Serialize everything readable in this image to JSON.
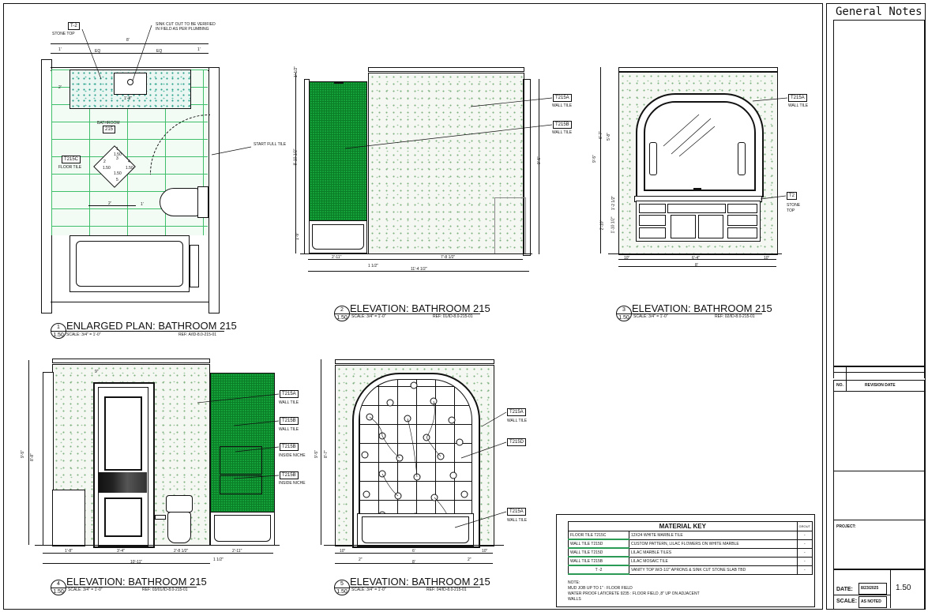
{
  "sheet": {
    "general_notes_title": "General Notes",
    "revision_no_label": "NO.",
    "revision_date_label": "REVISION DATE",
    "project_label": "PROJECT:",
    "date_label": "DATE:",
    "date_value": "8/23/2025",
    "scale_label": "SCALE:",
    "scale_value": "AS NOTED",
    "sheet_number": "1.50"
  },
  "views": {
    "plan": {
      "num": "1",
      "sheet": "1.50",
      "title": "ENLARGED PLAN: BATHROOM 215",
      "scale": "SCALE: 3/4\" = 1'-0\"",
      "ref": "REF: A/ID-8.0-215-01"
    },
    "elev2": {
      "num": "2",
      "sheet": "1.50",
      "title": "ELEVATION: BATHROOM 215",
      "scale": "SCALE: 3/4\" = 1'-0\"",
      "ref": "REF: 01/ID-8.0-215-01"
    },
    "elev3": {
      "num": "3",
      "sheet": "1.50",
      "title": "ELEVATION: BATHROOM 215",
      "scale": "SCALE: 3/4\" = 1'-0\"",
      "ref": "REF: 02/ID-8.0-215-01"
    },
    "elev4": {
      "num": "4",
      "sheet": "1.50",
      "title": "ELEVATION: BATHROOM 215",
      "scale": "SCALE: 3/4\" = 1'-0\"",
      "ref": "REF: 03/01/ID-8.0-215-01"
    },
    "elev5": {
      "num": "5",
      "sheet": "1.50",
      "title": "ELEVATION: BATHROOM 215",
      "scale": "SCALE: 3/4\" = 1'-0\"",
      "ref": "REF: 04/ID-8.0-215-01"
    }
  },
  "plan_notes": {
    "t2_tag": "T-2",
    "stone_top": "STONE TOP",
    "sink_note": "SINK CUT OUT TO BE VERIFIED IN FIELD AS PER PLUMBING",
    "room_name": "BATHROOM",
    "room_num": "215",
    "floor_tag": "T215C",
    "floor_tile": "FLOOR TILE",
    "start_note": "START FULL TILE",
    "dim_8": "8'",
    "dim_1a": "1'",
    "dim_eq1": "EQ",
    "dim_eq2": "EQ",
    "dim_1b": "1'",
    "dim_sink": "1'-8\"",
    "dim_2": "2'",
    "dim_2b": "2'",
    "dim_1c": "1'",
    "tile_1": "1",
    "tile_2": "2",
    "tile_3": "3",
    "tile_4": "4",
    "tile_5": "5",
    "tile_150a": "1.50",
    "tile_150b": "1.50",
    "tile_150c": "1.50",
    "tile_150d": "1.50"
  },
  "elev2_notes": {
    "tag_a": "T215A",
    "wall_a": "WALL TILE",
    "tag_b": "T215B",
    "wall_b": "WALL TILE",
    "dim_ht": "8'-10 1/2\"",
    "dim_top": "1'-1/2\"",
    "dim_bot": "1'-9\"",
    "dim_right": "9'-5\"",
    "dim_a": "2'-11\"",
    "dim_b": "7'-8 1/2\"",
    "dim_c": "1 1/2\"",
    "dim_total": "11'-4 1/2\""
  },
  "elev3_notes": {
    "tag_a": "T215A",
    "wall_a": "WALL TILE",
    "tag_t2": "T2",
    "stone": "STONE",
    "top": "TOP",
    "dim_ht": "9'-5\"",
    "dim_a": "6'-7\"",
    "dim_b": "5'-8\"",
    "dim_c": "2'-10\"",
    "dim_d": "1'-10 1/2\"",
    "dim_e": "1'-2 1/2\"",
    "dim_w1": "10\"",
    "dim_w2": "6'-4\"",
    "dim_w3": "10\"",
    "dim_total": "8'"
  },
  "elev4_notes": {
    "tag_a": "T215A",
    "wall_a": "WALL TILE",
    "tag_b": "T215B",
    "wall_b": "WALL TILE",
    "tag_c": "T215B",
    "niche_c": "INSIDE NICHE",
    "tag_d": "T215B",
    "niche_d": "INSIDE NICHE",
    "dim_ht": "9'-5\"",
    "dim_ht2": "8'-8\"",
    "dim_a": "1'-8\"",
    "dim_b": "3'-4\"",
    "dim_c": "2'-8 1/2\"",
    "dim_d": "2'-11\"",
    "dim_e": "1 1/2\"",
    "dim_total": "10'-11\"",
    "dim_top": "9\""
  },
  "elev5_notes": {
    "tag_a": "T215A",
    "wall_a": "WALL TILE",
    "tag_d": "T215D",
    "tag_e": "T215A",
    "wall_e": "WALL TILE",
    "dim_ht": "9'-5\"",
    "dim_ht2": "8'-7\"",
    "dim_w1": "10\"",
    "dim_w2": "6'",
    "dim_w3": "10\"",
    "dim_a": "2\"",
    "dim_b": "2\"",
    "dim_total": "8'"
  },
  "material_key": {
    "title": "MATERIAL KEY",
    "grout_label": "GROUT",
    "rows": [
      {
        "code": "FLOOR TILE T215C",
        "desc": "12X24 WHITE MARBLE TILE",
        "grout": "-"
      },
      {
        "code": "WALL TILE T215D",
        "desc": "CUSTOM PATTERN, LILAC FLOWERS ON WHITE MARBLE",
        "grout": "-"
      },
      {
        "code": "WALL TILE T215D",
        "desc": "LILAC MARBLE TILES",
        "grout": "-"
      },
      {
        "code": "WALL TILE T215B",
        "desc": "LILAC MOSAIC TILE",
        "grout": "-"
      },
      {
        "code": "T -2",
        "desc": "VANITY TOP W/3-1/2\" APRONS & SINK CUT STONE SLAB TBD",
        "grout": "-"
      }
    ],
    "note_1": "NOTE:",
    "note_2": "MUD JOB UP TO 1\" : FLOOR FIELD",
    "note_3": "WATER PROOF LATICRETE 9235 : FLOOR FIELD ,8\" UP ON ADJACENT",
    "note_4": "WALLS"
  },
  "colors": {
    "mosaic": "#15a13a",
    "floor_grid": "#3fbf6a",
    "speckle": "#7fb07f"
  }
}
